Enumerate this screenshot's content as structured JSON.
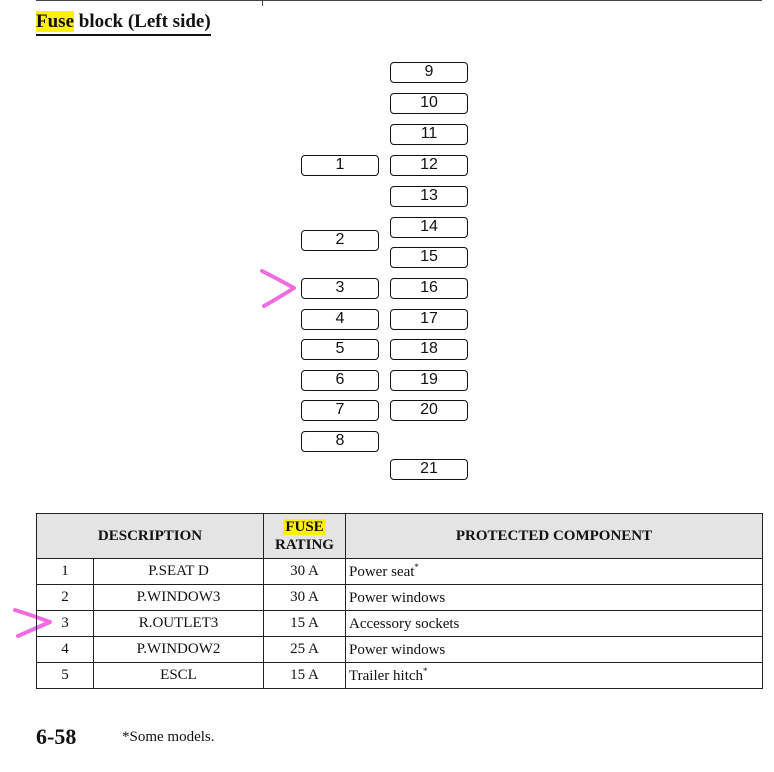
{
  "heading": {
    "highlighted": "Fuse",
    "rest": " block (Left side)"
  },
  "fuse_block": {
    "left_column": [
      "1",
      "2",
      "3",
      "4",
      "5",
      "6",
      "7",
      "8"
    ],
    "right_column": [
      "9",
      "10",
      "11",
      "12",
      "13",
      "14",
      "15",
      "16",
      "17",
      "18",
      "19",
      "20",
      "21"
    ]
  },
  "table": {
    "headers": {
      "description": "DESCRIPTION",
      "rating_line1": "FUSE",
      "rating_line2": "RATING",
      "component": "PROTECTED COMPONENT"
    },
    "rows": [
      {
        "num": "1",
        "desc": "P.SEAT D",
        "rating": "30 A",
        "component": "Power seat",
        "mark": "*"
      },
      {
        "num": "2",
        "desc": "P.WINDOW3",
        "rating": "30 A",
        "component": "Power windows",
        "mark": ""
      },
      {
        "num": "3",
        "desc": "R.OUTLET3",
        "rating": "15 A",
        "component": "Accessory sockets",
        "mark": ""
      },
      {
        "num": "4",
        "desc": "P.WINDOW2",
        "rating": "25 A",
        "component": "Power windows",
        "mark": ""
      },
      {
        "num": "5",
        "desc": "ESCL",
        "rating": "15 A",
        "component": "Trailer hitch",
        "mark": "*"
      }
    ]
  },
  "footer": {
    "page": "6-58",
    "note": "*Some models."
  },
  "colors": {
    "highlight": "#fff200",
    "annotation": "#f06ce0",
    "header_bg": "#e4e4e4"
  }
}
